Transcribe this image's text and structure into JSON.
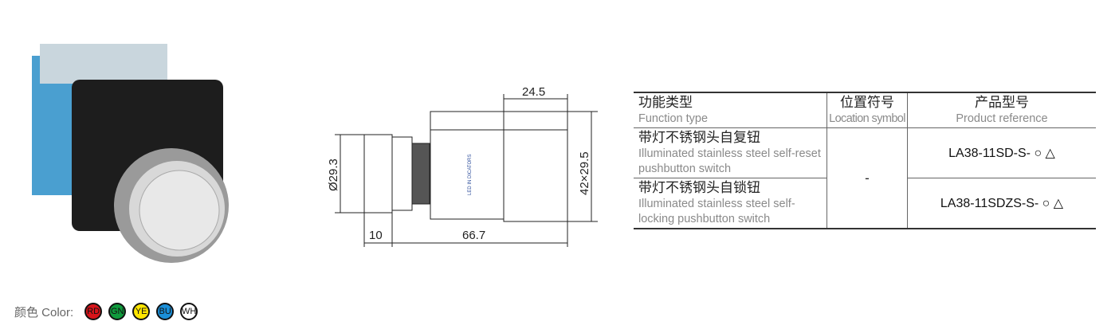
{
  "drawing": {
    "dim_top": "24.5",
    "dim_diameter": "Ø29.3",
    "dim_height": "42×29.5",
    "dim_front": "10",
    "dim_length": "66.7",
    "body_label": "LED IN DICATORS"
  },
  "table": {
    "headers": [
      {
        "cn": "功能类型",
        "en": "Function type"
      },
      {
        "cn": "位置符号",
        "en": "Location symbol"
      },
      {
        "cn": "产品型号",
        "en": "Product reference"
      }
    ],
    "rows": [
      {
        "cn": "带灯不锈钢头自复钮",
        "en": "Illuminated stainless steel self-reset pushbutton switch",
        "ref": "LA38-11SD-S- ○ △"
      },
      {
        "cn": "带灯不锈钢头自锁钮",
        "en": "Illuminated stainless steel self-locking pushbutton switch",
        "ref": "LA38-11SDZS-S- ○ △"
      }
    ],
    "location_symbol": "-"
  },
  "colors": {
    "label": "颜色 Color:",
    "items": [
      {
        "code": "RD",
        "hex": "#d7141a"
      },
      {
        "code": "GN",
        "hex": "#0f9a3c"
      },
      {
        "code": "YE",
        "hex": "#ffe600"
      },
      {
        "code": "BU",
        "hex": "#1b8fd8"
      },
      {
        "code": "WH",
        "hex": "#ffffff"
      }
    ]
  }
}
